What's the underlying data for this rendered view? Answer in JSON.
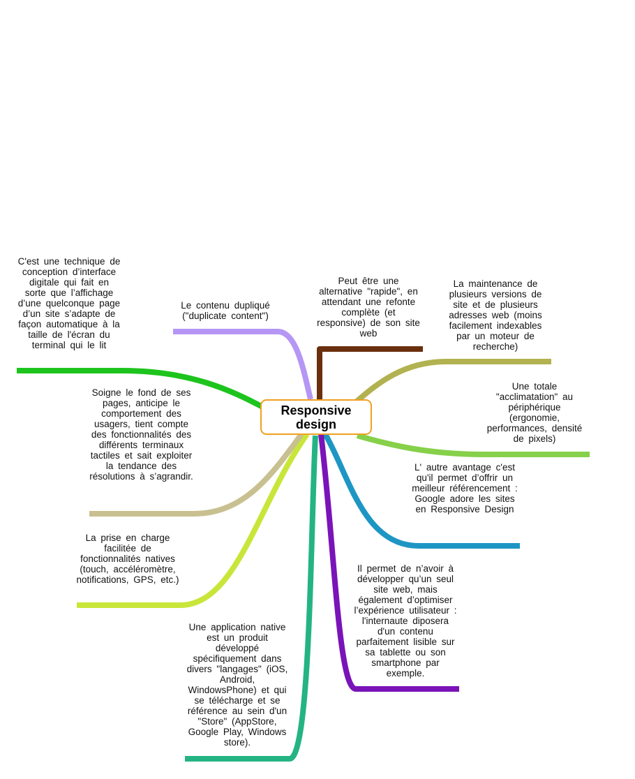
{
  "center": {
    "title": "Responsive design",
    "border_color": "#f0a020"
  },
  "branches": [
    {
      "id": "green",
      "color": "#1dc41d",
      "text": "C'est une technique de conception d’interface digitale qui fait en sorte que l’affichage d’une quelconque page d’un site s’adapte de façon automatique à la taille de l'écran du terminal qui le lit"
    },
    {
      "id": "lavender",
      "color": "#b596f5",
      "text": "Le contenu dupliqué (\"duplicate content\")"
    },
    {
      "id": "brown",
      "color": "#6a2f0e",
      "text": "Peut être une alternative \"rapide\", en attendant une refonte complète (et responsive) de son site web"
    },
    {
      "id": "olive",
      "color": "#b2b250",
      "text": "La maintenance de plusieurs versions de site et de plusieurs adresses web (moins facilement indexables par un moteur de recherche)"
    },
    {
      "id": "lightgreen",
      "color": "#86d04a",
      "text": "Une totale \"acclimatation\" au périphérique (ergonomie, performances, densité de pixels)"
    },
    {
      "id": "blue",
      "color": "#1e96c4",
      "text": "L' autre avantage c'est qu'il permet d’offrir un meilleur référencement : Google adore les sites en Responsive Design"
    },
    {
      "id": "purple",
      "color": "#7a13b8",
      "text": "Il permet de n’avoir à développer qu’un seul site web, mais également d’optimiser l’expérience utilisateur : l'internaute diposera d'un contenu parfaitement lisible sur sa tablette ou son smartphone par exemple."
    },
    {
      "id": "teal",
      "color": "#24b484",
      "text": "Une application native est un produit développé spécifiquement dans divers \"langages\" (iOS, Android, WindowsPhone) et qui se télécharge et se référence au sein d'un \"Store\" (AppStore, Google Play, Windows store)."
    },
    {
      "id": "yellowgreen",
      "color": "#c8e63a",
      "text": "La prise en charge facilitée de fonctionnalités natives (touch, accéléromètre, notifications, GPS, etc.)"
    },
    {
      "id": "tan",
      "color": "#c8c090",
      "text": "Soigne le fond de ses pages, anticipe le comportement des usagers, tient compte des fonctionnalités des différents terminaux tactiles et sait exploiter la tendance des résolutions à s’agrandir."
    }
  ]
}
